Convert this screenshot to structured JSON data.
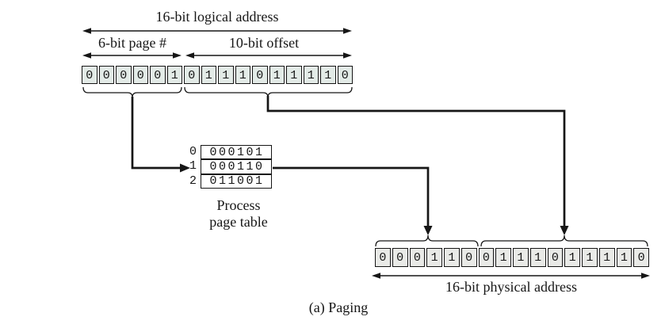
{
  "colors": {
    "line": "#161616",
    "logical_cell_fill": "#e3ebe7",
    "physical_cell_fill": "#e9eae7",
    "table_cell_fill": "#ffffff"
  },
  "logical": {
    "title": "16-bit logical address",
    "page_label": "6-bit page #",
    "offset_label": "10-bit offset",
    "bits": [
      "0",
      "0",
      "0",
      "0",
      "0",
      "1",
      "0",
      "1",
      "1",
      "1",
      "0",
      "1",
      "1",
      "1",
      "1",
      "0"
    ]
  },
  "page_table": {
    "caption_line1": "Process",
    "caption_line2": "page table",
    "rows": [
      {
        "index": "0",
        "value": "000101"
      },
      {
        "index": "1",
        "value": "000110"
      },
      {
        "index": "2",
        "value": "011001"
      }
    ]
  },
  "physical": {
    "title": "16-bit physical address",
    "bits": [
      "0",
      "0",
      "0",
      "1",
      "1",
      "0",
      "0",
      "1",
      "1",
      "1",
      "0",
      "1",
      "1",
      "1",
      "1",
      "0"
    ]
  },
  "caption": "(a) Paging"
}
